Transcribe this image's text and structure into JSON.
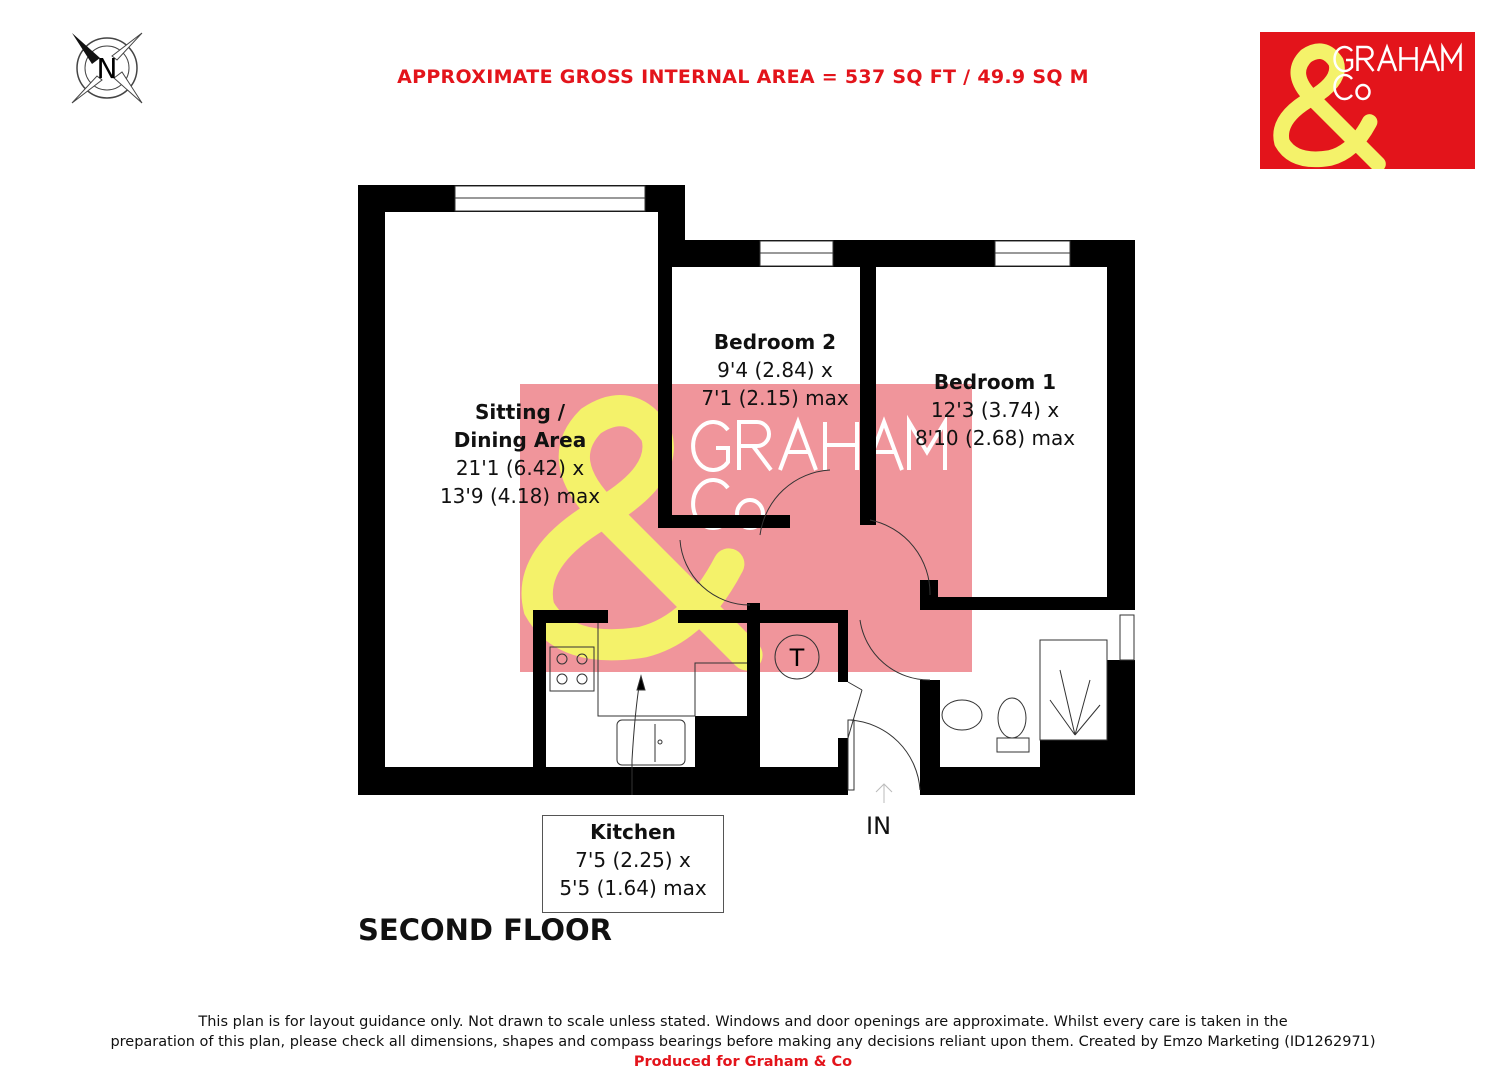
{
  "header": {
    "area": "APPROXIMATE GROSS INTERNAL AREA = 537 SQ FT / 49.9 SQ M",
    "compass_letter": "N",
    "logo": {
      "line1": "GRAHAM",
      "line2": "Co",
      "symbol": "&"
    }
  },
  "rooms": {
    "sitting": {
      "name1": "Sitting  /",
      "name2": "Dining Area",
      "dim1": "21'1 (6.42) x",
      "dim2": "13'9 (4.18) max"
    },
    "bedroom2": {
      "name": "Bedroom 2",
      "dim1": "9'4 (2.84) x",
      "dim2": "7'1 (2.15) max"
    },
    "bedroom1": {
      "name": "Bedroom 1",
      "dim1": "12'3 (3.74) x",
      "dim2": "8'10 (2.68) max"
    },
    "kitchen": {
      "name": "Kitchen",
      "dim1": "7'5 (2.25) x",
      "dim2": "5'5 (1.64) max"
    },
    "cupboard_mark": "T",
    "entrance": "IN"
  },
  "watermark": {
    "line1": "GRAHAM",
    "line2": "Co",
    "symbol": "&"
  },
  "floor_label": "SECOND FLOOR",
  "footer": {
    "disclaimer_line1": "This plan is for layout guidance only. Not drawn to scale unless stated. Windows and door openings are approximate. Whilst every care is taken in the",
    "disclaimer_line2": "preparation of this plan, please check all dimensions, shapes and compass bearings before making any decisions reliant upon them. Created by Emzo Marketing (ID1262971)",
    "produced_for": "Produced for Graham & Co"
  },
  "colors": {
    "brand_red": "#e3141b",
    "brand_yellow": "#f4f26a",
    "watermark_pink": "#f0959b",
    "wall": "#000000"
  }
}
